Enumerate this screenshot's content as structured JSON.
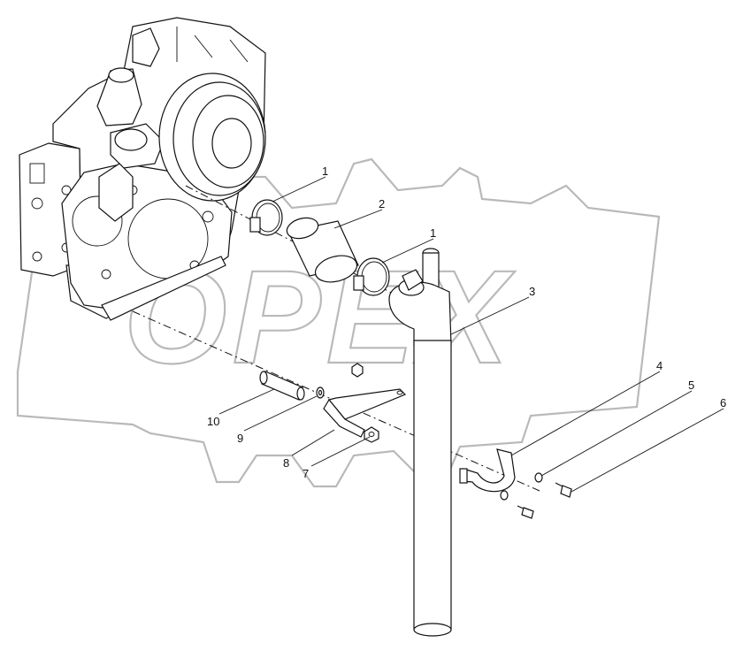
{
  "watermark": {
    "text": "OPEX"
  },
  "callouts": {
    "c1a": "1",
    "c1b": "1",
    "c2": "2",
    "c3": "3",
    "c4": "4",
    "c5": "5",
    "c6": "6",
    "c7": "7",
    "c8": "8",
    "c9": "9",
    "c10": "10"
  }
}
